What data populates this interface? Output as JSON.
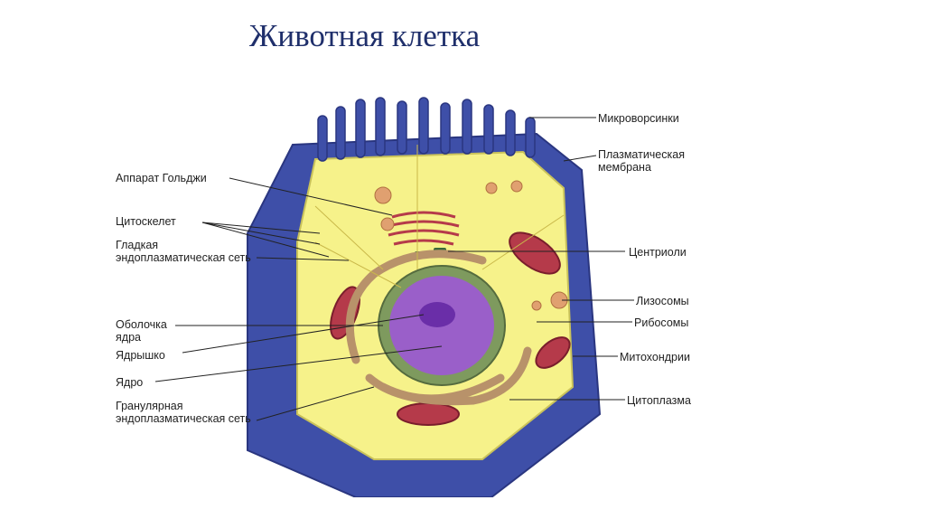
{
  "title": "Животная клетка",
  "labels": {
    "golgi": "Аппарат Гольджи",
    "cytoskeleton": "Цитоскелет",
    "smooth_er": "Гладкая эндоплазматическая сеть",
    "nuclear_envelope": "Оболочка ядра",
    "nucleolus": "Ядрышко",
    "nucleus": "Ядро",
    "rough_er": "Гранулярная эндоплазматическая сеть",
    "microvilli": "Микроворсинки",
    "plasma_membrane": "Плазматическая мембрана",
    "centrioles": "Центриоли",
    "lysosomes": "Лизосомы",
    "ribosomes": "Рибосомы",
    "mitochondria": "Митохондрии",
    "cytoplasm": "Цитоплазма"
  },
  "colors": {
    "membrane": "#3e4fa8",
    "membrane_dark": "#2a3680",
    "cytoplasm": "#f6f28a",
    "nucleus": "#9a5fc9",
    "nucleolus": "#6a2ea8",
    "envelope": "#7e9a5e",
    "er": "#b8926a",
    "mitochondria": "#b53a4a",
    "lysosome": "#e0a070",
    "title": "#1f2f6b"
  }
}
